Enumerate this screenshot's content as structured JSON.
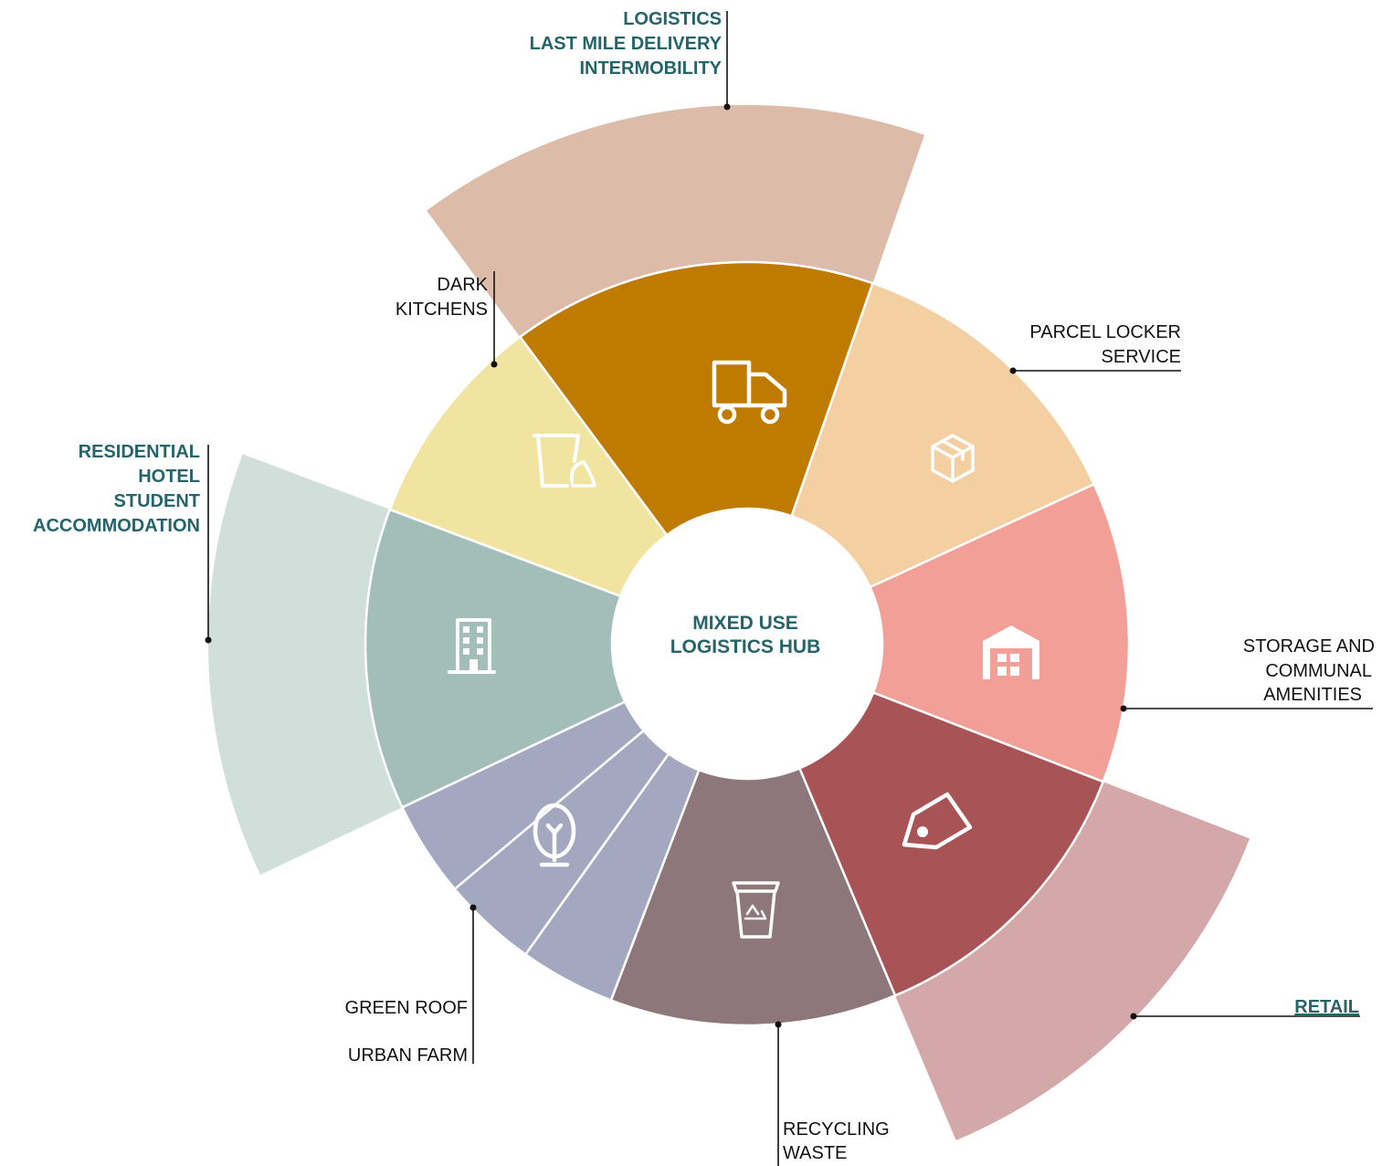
{
  "diagram": {
    "center": {
      "line1": "MIXED USE",
      "line2": "LOGISTICS HUB"
    },
    "segments": [
      {
        "id": "logistics",
        "color": "#bf7b00",
        "icon": "truck-icon",
        "outer_color": "#dcbba8",
        "label_lines": [
          "LOGISTICS",
          "LAST MILE DELIVERY",
          "INTERMOBILITY"
        ],
        "label_style": "highlight"
      },
      {
        "id": "parcel-locker",
        "color": "#f4cfa1",
        "icon": "box-icon",
        "label_lines": [
          "PARCEL LOCKER",
          "SERVICE"
        ],
        "label_style": "plain"
      },
      {
        "id": "storage",
        "color": "#f19f97",
        "icon": "warehouse-icon",
        "label_lines": [
          "STORAGE  AND",
          "COMMUNAL",
          "AMENITIES"
        ],
        "label_style": "plain"
      },
      {
        "id": "retail",
        "color": "#a85456",
        "icon": "price-tag-icon",
        "outer_color": "#d4a8a9",
        "label_lines": [
          "RETAIL"
        ],
        "label_style": "highlight"
      },
      {
        "id": "recycling",
        "color": "#8e777a",
        "icon": "recycle-bin-icon",
        "label_lines": [
          "RECYCLING",
          "WASTE"
        ],
        "label_style": "plain"
      },
      {
        "id": "green-roof-urban-farm",
        "color": "#a3a7bf",
        "icon": "tree-icon",
        "label_lines": [
          "GREEN ROOF",
          "URBAN FARM"
        ],
        "label_style": "plain"
      },
      {
        "id": "residential",
        "color": "#a3beb8",
        "icon": "building-icon",
        "outer_color": "#d1dfdb",
        "label_lines": [
          "RESIDENTIAL",
          "HOTEL",
          "STUDENT",
          "ACCOMMODATION"
        ],
        "label_style": "highlight"
      },
      {
        "id": "dark-kitchens",
        "color": "#f1e4a1",
        "icon": "food-container-icon",
        "label_lines": [
          "DARK",
          "KITCHENS"
        ],
        "label_style": "plain"
      }
    ]
  }
}
